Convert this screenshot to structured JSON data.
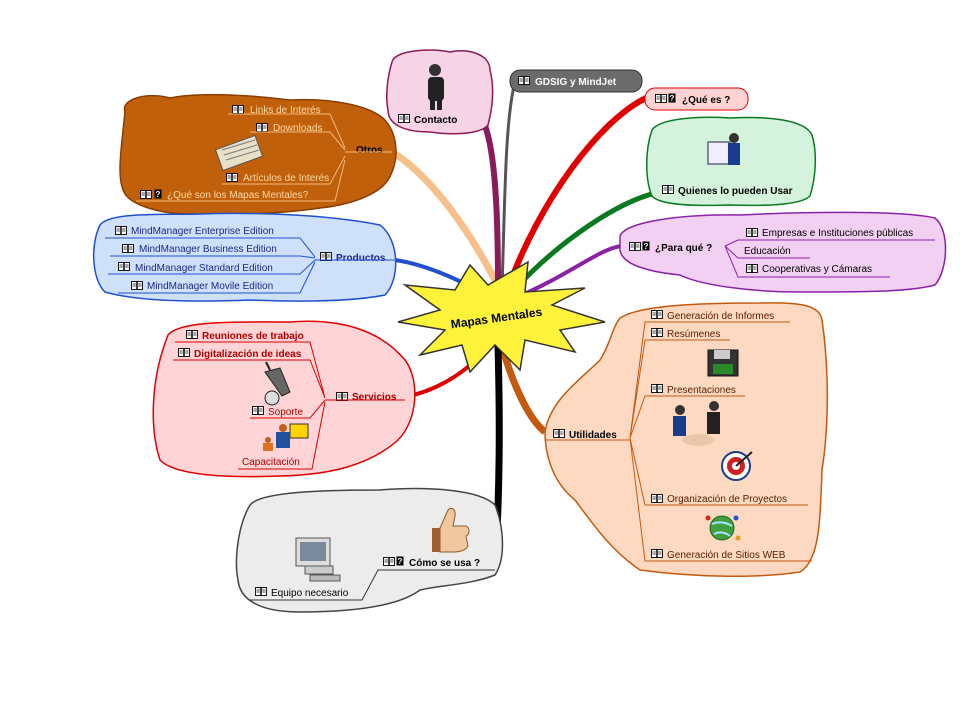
{
  "center": {
    "label": "Mapas Mentales"
  },
  "topics": {
    "otros": {
      "label": "Otros",
      "items": [
        "Links de Interés",
        "Downloads",
        "Artículos de Interés",
        "¿Qué son los Mapas Mentales?"
      ]
    },
    "contacto": {
      "label": "Contacto"
    },
    "gdsig": {
      "label": "GDSIG y MindJet"
    },
    "que_es": {
      "label": "¿Qué es ?"
    },
    "quienes": {
      "label": "Quienes lo pueden Usar"
    },
    "para_que": {
      "label": "¿Para qué ?",
      "items": [
        "Empresas e Instituciones públicas",
        "Educación",
        "Cooperativas y Cámaras"
      ]
    },
    "productos": {
      "label": "Productos",
      "items": [
        "MindManager Enterprise Edition",
        "MindManager Business Edition",
        "MindManager Standard Edition",
        "MindManager Movile Edition"
      ]
    },
    "servicios": {
      "label": "Servicios",
      "items": [
        "Reuniones de trabajo",
        "Digitalización de ideas",
        "Soporte",
        "Capacitación"
      ]
    },
    "utilidades": {
      "label": "Utilidades",
      "items": [
        "Generación de Informes",
        "Resúmenes",
        "Presentaciones",
        "Organización de Proyectos",
        "Generación de Sitios WEB"
      ]
    },
    "como_usa": {
      "label": "Cómo se usa ?",
      "items": [
        "Equipo necesario"
      ]
    }
  },
  "colors": {
    "otros": "#c0600a",
    "contacto": "#f6d4e6",
    "gdsig": "#6b6b6b",
    "que_es": "#ffd3d3",
    "quienes": "#d4f2dc",
    "para_que": "#f2d0f2",
    "productos": "#cfe0fb",
    "servicios": "#ffd4d6",
    "utilidades": "#fdd9c2",
    "como_usa": "#ececec",
    "center": "#fff23a"
  },
  "icons": [
    "book-icon",
    "person-phone-icon",
    "presenter-icon",
    "newspaper-icon",
    "microscope-icon",
    "training-icon",
    "floppy-disk-icon",
    "handshake-icon",
    "target-icon",
    "globe-people-icon",
    "thumbs-up-icon",
    "computer-icon"
  ]
}
